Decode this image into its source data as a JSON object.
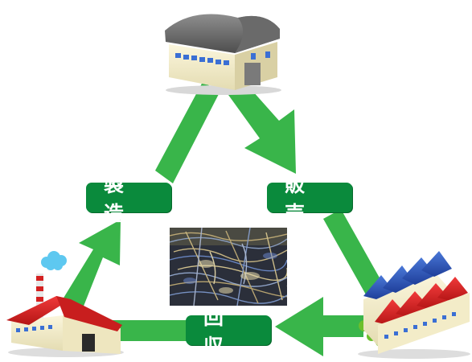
{
  "labels": {
    "manufacturing": "製造",
    "sales": "販売",
    "collection": "回収"
  },
  "icons": {
    "top": "warehouse-icon",
    "bottom_left": "factory-with-chimney-icon",
    "bottom_right": "multi-roof-factory-icon",
    "center": "recycled-fiber-bale-photo"
  },
  "colors": {
    "arrow": "#39b54a",
    "label_bg": "#0a8a3c",
    "label_text": "#ffffff"
  }
}
